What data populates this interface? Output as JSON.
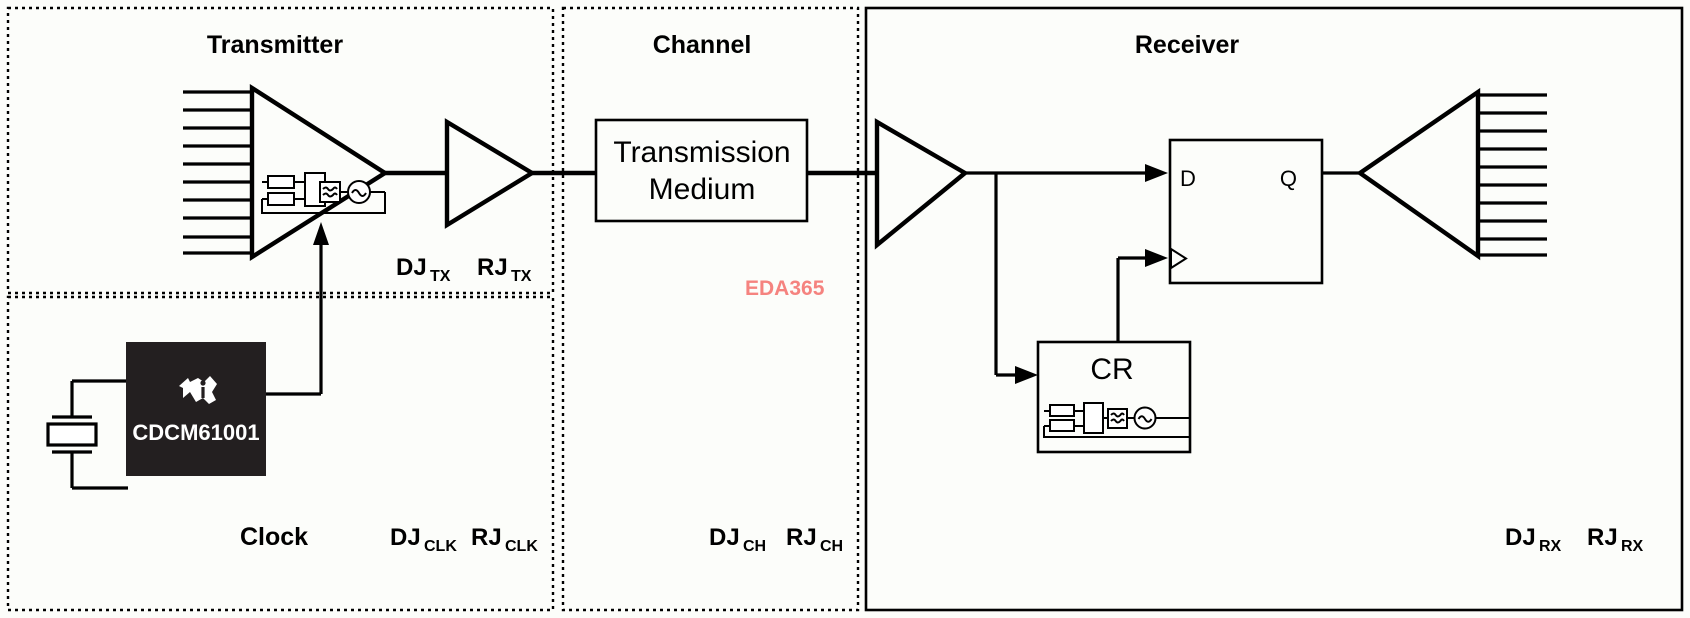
{
  "diagram": {
    "title_transmitter": "Transmitter",
    "title_channel": "Channel",
    "title_receiver": "Receiver",
    "title_clock": "Clock",
    "watermark": "EDA365",
    "watermark_color": "#f5837f",
    "line_color": "#000000",
    "background_color": "#fcfdfa"
  },
  "blocks": {
    "transmission_medium_line1": "Transmission",
    "transmission_medium_line2": "Medium",
    "clock_recovery": "CR",
    "chip_name": "CDCM61001",
    "chip_color": "#231f20",
    "ti_logo": "ti-logo-icon"
  },
  "pins": {
    "d_input": "D",
    "q_output": "Q"
  },
  "jitter_labels": [
    {
      "name": "tx",
      "dj_main": "DJ",
      "dj_sub": "TX",
      "rj_main": "RJ",
      "rj_sub": "TX"
    },
    {
      "name": "clk",
      "dj_main": "DJ",
      "dj_sub": "CLK",
      "rj_main": "RJ",
      "rj_sub": "CLK"
    },
    {
      "name": "ch",
      "dj_main": "DJ",
      "dj_sub": "CH",
      "rj_main": "RJ",
      "rj_sub": "CH"
    },
    {
      "name": "rx",
      "dj_main": "DJ",
      "dj_sub": "RX",
      "rj_main": "RJ",
      "rj_sub": "RX"
    }
  ],
  "icons": {
    "crystal": "crystal-oscillator-icon",
    "resistor": "resistor-icon",
    "noise_source": "noise-source-icon",
    "ac_source": "ac-source-icon",
    "clock_edge": "clock-edge-triangle-icon",
    "buffer_amp": "buffer-amplifier-icon",
    "driver_amp": "driver-amplifier-icon"
  }
}
